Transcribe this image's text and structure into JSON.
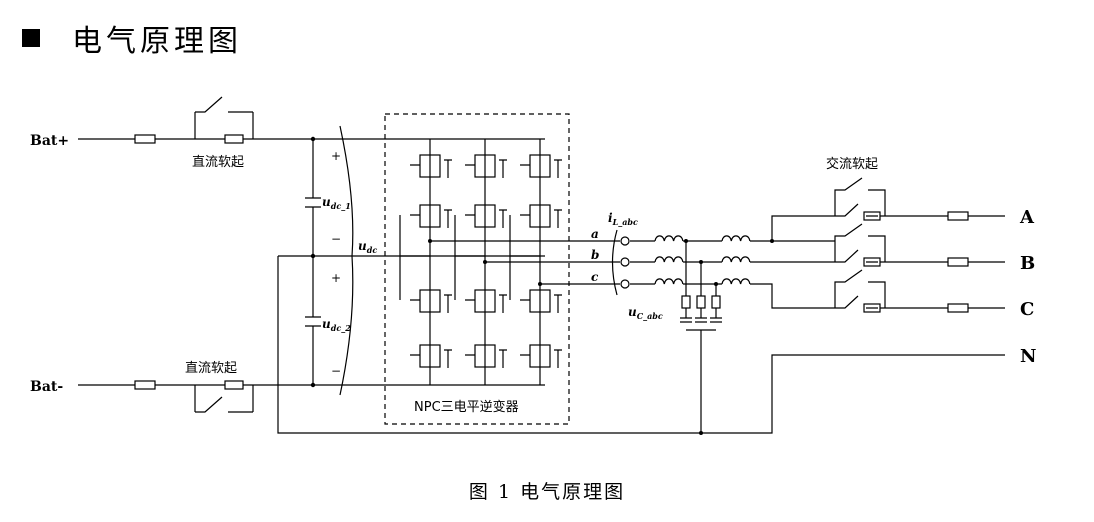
{
  "heading": "电气原理图",
  "caption": "图 1 电气原理图",
  "terminals": {
    "bat_plus": "Bat+",
    "bat_minus": "Bat-",
    "a": "A",
    "b": "B",
    "c": "C",
    "n": "N"
  },
  "labels": {
    "dc_soft_start_top": "直流软起",
    "dc_soft_start_bottom": "直流软起",
    "ac_soft_start": "交流软起",
    "inverter": "NPC三电平逆变器",
    "plus_top": "+",
    "minus_top": "−",
    "plus_bottom": "+",
    "minus_bottom": "−",
    "u_dc_1": "u",
    "u_dc_1_sub": "dc_1",
    "u_dc_2": "u",
    "u_dc_2_sub": "dc_2",
    "u_dc": "u",
    "u_dc_sub": "dc",
    "i_l": "i",
    "i_l_sub": "L_abc",
    "u_c": "u",
    "u_c_sub": "C_abc",
    "phase_a": "a",
    "phase_b": "b",
    "phase_c": "c"
  }
}
